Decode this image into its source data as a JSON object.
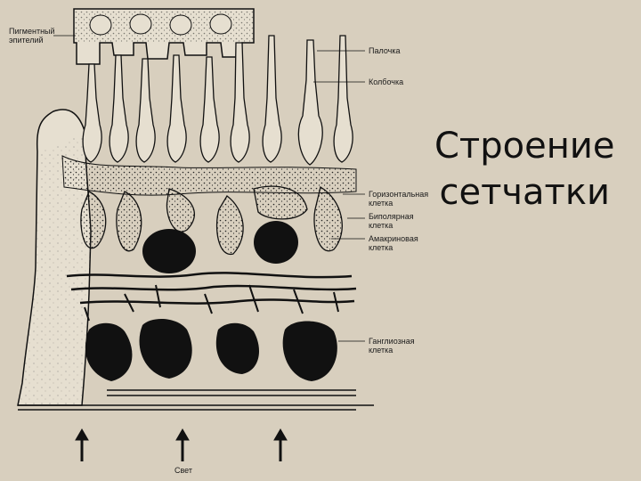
{
  "title": {
    "line1": "Строение",
    "line2": "сетчатки"
  },
  "labels": {
    "pigment_epithelium_1": "Пигментный",
    "pigment_epithelium_2": "эпителий",
    "rod": "Палочка",
    "cone": "Колбочка",
    "horizontal_1": "Горизонтальная",
    "horizontal_2": "клетка",
    "bipolar_1": "Биполярная",
    "bipolar_2": "клетка",
    "amacrine_1": "Амакриновая",
    "amacrine_2": "клетка",
    "ganglion_1": "Ганглиозная",
    "ganglion_2": "клетка",
    "light": "Свет"
  },
  "colors": {
    "background": "#d8cfbe",
    "cell_fill": "#e6dfd0",
    "ink": "#111111"
  }
}
